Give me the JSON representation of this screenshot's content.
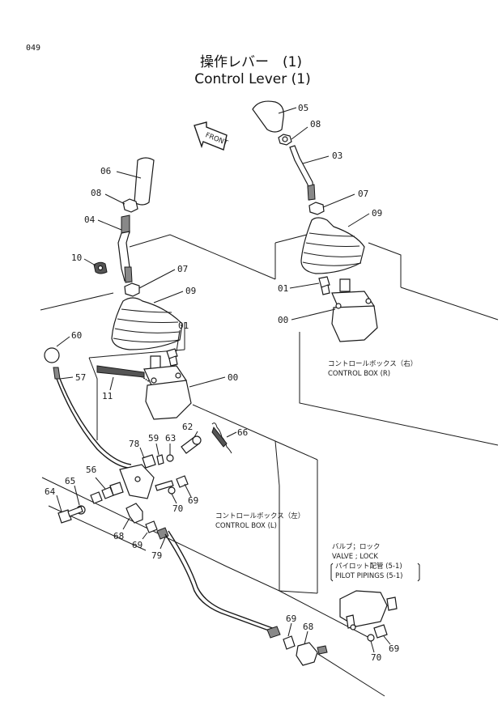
{
  "page_number": "049",
  "title_jp": "操作レバー　(1)",
  "title_en": "Control Lever (1)",
  "front_label": "FRONT",
  "notes": {
    "box_r_jp": "コントロールボックス（右）",
    "box_r_en": "CONTROL BOX (R)",
    "box_l_jp": "コントロールボックス（左）",
    "box_l_en": "CONTROL BOX (L)",
    "valve_jp": "バルブ；ロック",
    "valve_en": "VALVE ; LOCK",
    "piping_jp": "パイロット配管 (5-1)",
    "piping_en": "PILOT PIPINGS (5-1)"
  },
  "callouts": {
    "r05": "05",
    "r08": "08",
    "r03": "03",
    "r07": "07",
    "r09": "09",
    "r01": "01",
    "r00": "00",
    "l06": "06",
    "l08": "08",
    "l04": "04",
    "l10": "10",
    "l07": "07",
    "l09": "09",
    "l01": "01",
    "l11": "11",
    "l00": "00",
    "c60": "60",
    "c57": "57",
    "c62": "62",
    "c59": "59",
    "c63": "63",
    "c78": "78",
    "c66": "66",
    "c56": "56",
    "c65": "65",
    "c64": "64",
    "c69a": "69",
    "c70a": "70",
    "c68a": "68",
    "c69b": "69",
    "c79": "79",
    "c69c": "69",
    "c68b": "68",
    "c70b": "70",
    "c69d": "69"
  }
}
